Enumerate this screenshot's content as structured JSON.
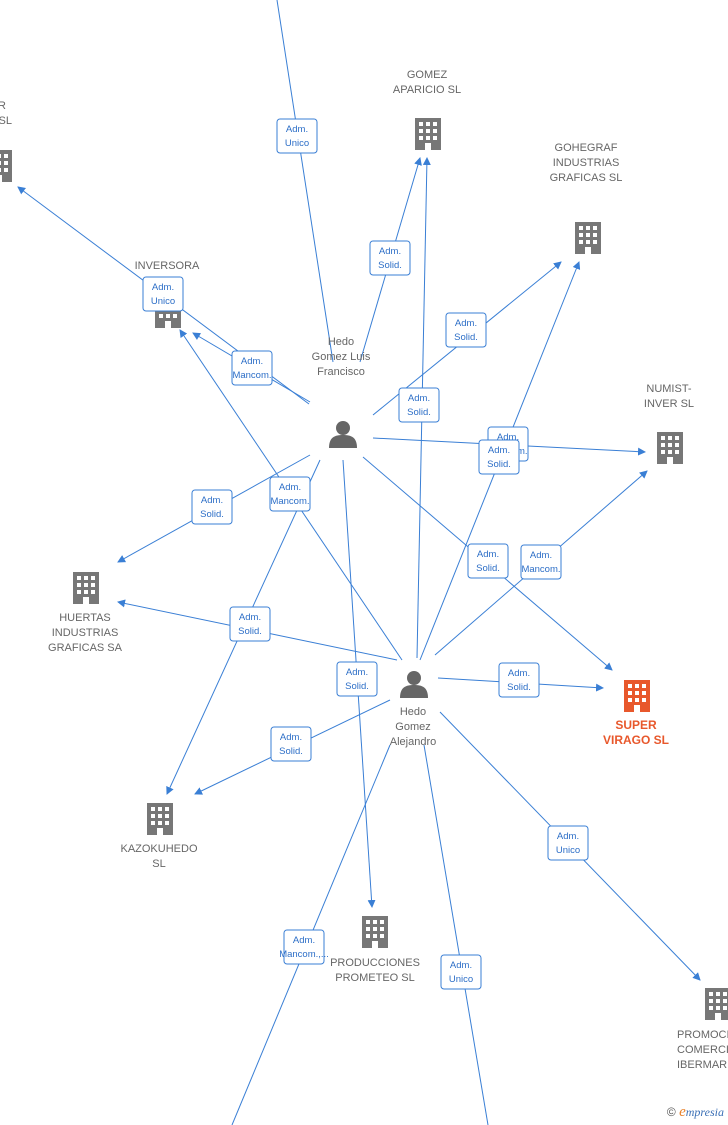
{
  "colors": {
    "edge": "#3a7fd5",
    "building": "#777777",
    "main_building": "#e8582c",
    "person": "#666666"
  },
  "nodes": [
    {
      "id": "gomez_aparicio",
      "kind": "company",
      "lines": [
        "GOMEZ",
        "APARICIO  SL"
      ]
    },
    {
      "id": "gohegraf",
      "kind": "company",
      "lines": [
        "GOHEGRAF",
        "INDUSTRIAS",
        "GRAFICAS SL"
      ]
    },
    {
      "id": "inversora",
      "kind": "company",
      "lines": [
        "INVERSORA"
      ]
    },
    {
      "id": "top_left",
      "kind": "company",
      "lines": [
        "R",
        "SL"
      ]
    },
    {
      "id": "numist",
      "kind": "company",
      "lines": [
        "NUMIST-",
        "INVER SL"
      ]
    },
    {
      "id": "huertas",
      "kind": "company",
      "lines": [
        "HUERTAS",
        "INDUSTRIAS",
        "GRAFICAS SA"
      ]
    },
    {
      "id": "super_virago",
      "kind": "company",
      "main": true,
      "lines": [
        "SUPER",
        "VIRAGO  SL"
      ]
    },
    {
      "id": "kazokuhedo",
      "kind": "company",
      "lines": [
        "KAZOKUHEDO",
        "SL"
      ]
    },
    {
      "id": "producciones",
      "kind": "company",
      "lines": [
        "PRODUCCIONES",
        "PROMETEO  SL"
      ]
    },
    {
      "id": "promoci",
      "kind": "company",
      "lines": [
        "PROMOCI",
        "COMERCI",
        "IBERMAR"
      ]
    },
    {
      "id": "hedo_luis",
      "kind": "person",
      "lines": [
        "Hedo",
        "Gomez Luis",
        "Francisco"
      ]
    },
    {
      "id": "hedo_alejandro",
      "kind": "person",
      "lines": [
        "Hedo",
        "Gomez",
        "Alejandro"
      ]
    }
  ],
  "edges": [
    {
      "from": "top_offscreen",
      "to": "hedo_luis",
      "label": [
        "Adm.",
        "Unico"
      ]
    },
    {
      "from": "hedo_luis",
      "to": "gomez_aparicio",
      "label": [
        "Adm.",
        "Solid."
      ]
    },
    {
      "from": "hedo_luis",
      "to": "gohegraf",
      "label": [
        "Adm.",
        "Solid."
      ]
    },
    {
      "from": "hedo_luis",
      "to": "top_left",
      "label": [
        "Adm.",
        "Unico"
      ]
    },
    {
      "from": "hedo_luis",
      "to": "inversora",
      "label": [
        "Adm.",
        "Mancom."
      ]
    },
    {
      "from": "hedo_luis",
      "to": "numist",
      "label": [
        "Adm.",
        "Mancom."
      ]
    },
    {
      "from": "hedo_luis",
      "to": "huertas",
      "label": [
        "Adm.",
        "Solid."
      ]
    },
    {
      "from": "hedo_luis",
      "to": "kazokuhedo",
      "label": [
        "Adm.",
        "Mancom."
      ]
    },
    {
      "from": "hedo_luis",
      "to": "super_virago",
      "label": [
        "Adm.",
        "Solid."
      ]
    },
    {
      "from": "hedo_luis",
      "to": "producciones",
      "label": [
        "Adm.",
        "Solid."
      ]
    },
    {
      "from": "hedo_alejandro",
      "to": "gomez_aparicio",
      "label": [
        "Adm.",
        "Solid."
      ]
    },
    {
      "from": "hedo_alejandro",
      "to": "gohegraf",
      "label": [
        "Adm.",
        "Solid."
      ]
    },
    {
      "from": "hedo_alejandro",
      "to": "numist",
      "label": [
        "Adm.",
        "Mancom."
      ]
    },
    {
      "from": "hedo_alejandro",
      "to": "inversora",
      "label": [
        "Adm.",
        "Mancom."
      ]
    },
    {
      "from": "hedo_alejandro",
      "to": "huertas",
      "label": [
        "Adm.",
        "Solid."
      ]
    },
    {
      "from": "hedo_alejandro",
      "to": "super_virago",
      "label": [
        "Adm.",
        "Solid."
      ]
    },
    {
      "from": "hedo_alejandro",
      "to": "kazokuhedo",
      "label": [
        "Adm.",
        "Solid."
      ]
    },
    {
      "from": "hedo_alejandro",
      "to": "promoci",
      "label": [
        "Adm.",
        "Unico"
      ]
    },
    {
      "from": "hedo_alejandro",
      "to": "bottom_offscreen",
      "label": [
        "Adm.",
        "Unico"
      ]
    },
    {
      "from": "hedo_alejandro",
      "to": "bottom_left_offscreen",
      "label": [
        "Adm.",
        "Mancom.,..."
      ]
    }
  ],
  "brand": {
    "symbol": "©",
    "initial": "e",
    "rest": "mpresia"
  }
}
